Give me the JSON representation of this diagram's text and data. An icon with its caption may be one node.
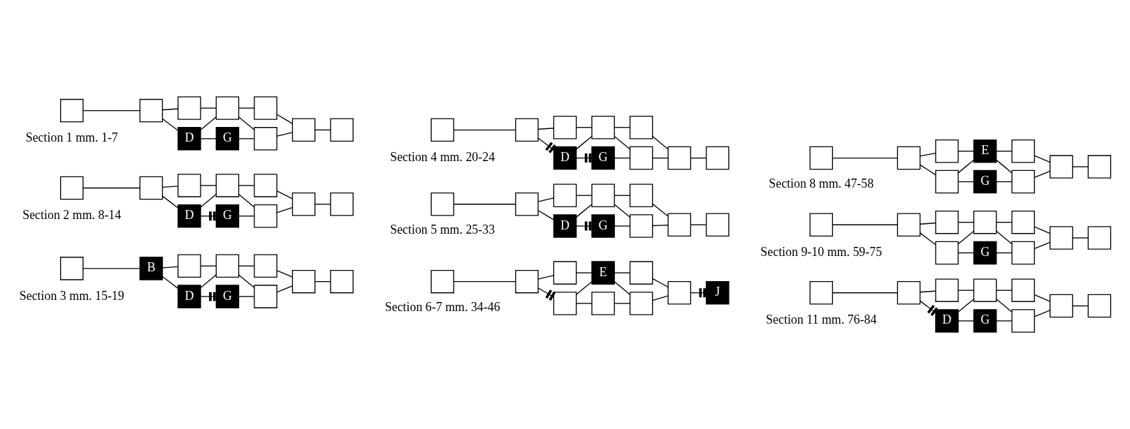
{
  "diagram": {
    "nodes": [
      {
        "text": [],
        "shape": "box"
      },
      {
        "text": [],
        "shape": "box"
      },
      {
        "text": [],
        "shape": "box"
      },
      {
        "text": [
          "D"
        ]
      },
      {
        "text": [],
        "shape": "box"
      },
      {
        "text": [
          "G"
        ]
      },
      {
        "text": [],
        "shape": "box"
      },
      {
        "text": [],
        "shape": "box"
      },
      {
        "text": [],
        "shape": "box"
      },
      {
        "text": [],
        "shape": "box"
      },
      {
        "text": [],
        "shape": "box"
      },
      {
        "text": [],
        "shape": "box"
      },
      {
        "text": [],
        "shape": "box"
      },
      {
        "text": [
          "D"
        ]
      },
      {
        "text": [],
        "shape": "box"
      },
      {
        "text": [
          "G"
        ]
      },
      {
        "text": [],
        "shape": "box"
      },
      {
        "text": [],
        "shape": "box"
      },
      {
        "text": [],
        "shape": "box"
      },
      {
        "text": [],
        "shape": "box"
      },
      {
        "text": [],
        "shape": "box"
      },
      {
        "text": [],
        "shape": "box"
      },
      {
        "text": [],
        "shape": "box"
      },
      {
        "text": [],
        "shape": "box"
      },
      {
        "text": [
          "E"
        ]
      },
      {
        "text": [
          "G"
        ]
      },
      {
        "text": [],
        "shape": "box"
      },
      {
        "text": [],
        "shape": "box"
      },
      {
        "text": [],
        "shape": "box"
      },
      {
        "text": [],
        "shape": "box"
      },
      {
        "text": [],
        "shape": "box"
      },
      {
        "text": [],
        "shape": "box"
      },
      {
        "text": [],
        "shape": "box"
      },
      {
        "text": [
          "D"
        ]
      },
      {
        "text": [],
        "shape": "box"
      },
      {
        "text": [
          "G"
        ]
      },
      {
        "text": [],
        "shape": "box"
      },
      {
        "text": [],
        "shape": "box"
      },
      {
        "text": [],
        "shape": "box"
      },
      {
        "text": [],
        "shape": "box"
      },
      {
        "text": [],
        "shape": "box"
      },
      {
        "text": [],
        "shape": "box"
      },
      {
        "text": [],
        "shape": "box"
      },
      {
        "text": [
          "D"
        ]
      },
      {
        "text": [],
        "shape": "box"
      },
      {
        "text": [
          "G"
        ]
      },
      {
        "text": [],
        "shape": "box"
      },
      {
        "text": [],
        "shape": "box"
      },
      {
        "text": [],
        "shape": "box"
      },
      {
        "text": [],
        "shape": "box"
      },
      {
        "text": [],
        "shape": "box"
      },
      {
        "text": [],
        "shape": "box"
      },
      {
        "text": [],
        "shape": "box"
      },
      {
        "text": [],
        "shape": "box"
      },
      {
        "text": [],
        "shape": "box"
      },
      {
        "text": [
          "G"
        ]
      },
      {
        "text": [],
        "shape": "box"
      },
      {
        "text": [],
        "shape": "box"
      },
      {
        "text": [],
        "shape": "box"
      },
      {
        "text": [],
        "shape": "box"
      },
      {
        "text": [],
        "shape": "box"
      },
      {
        "text": [
          "B"
        ]
      },
      {
        "text": [],
        "shape": "box"
      },
      {
        "text": [
          "D"
        ]
      },
      {
        "text": [],
        "shape": "box"
      },
      {
        "text": [
          "G"
        ]
      },
      {
        "text": [],
        "shape": "box"
      },
      {
        "text": [],
        "shape": "box"
      },
      {
        "text": [],
        "shape": "box"
      },
      {
        "text": [],
        "shape": "box"
      },
      {
        "text": [],
        "shape": "box"
      },
      {
        "text": [],
        "shape": "box"
      },
      {
        "text": [],
        "shape": "box"
      },
      {
        "text": [],
        "shape": "box"
      },
      {
        "text": [
          "E"
        ]
      },
      {
        "text": [],
        "shape": "box"
      },
      {
        "text": [],
        "shape": "box"
      },
      {
        "text": [],
        "shape": "box"
      },
      {
        "text": [],
        "shape": "box"
      },
      {
        "text": [
          "J"
        ]
      },
      {
        "text": [],
        "shape": "box"
      },
      {
        "text": [],
        "shape": "box"
      },
      {
        "text": [],
        "shape": "box"
      },
      {
        "text": [
          "D"
        ]
      },
      {
        "text": [],
        "shape": "box"
      },
      {
        "text": [
          "G"
        ]
      },
      {
        "text": [],
        "shape": "box"
      },
      {
        "text": [],
        "shape": "box"
      },
      {
        "text": [],
        "shape": "box"
      },
      {
        "text": [],
        "shape": "box"
      }
    ],
    "edges": [
      {
        "from": 0,
        "to": 1,
        "arrow": "none"
      },
      {
        "from": 1,
        "to": 2,
        "arrow": "none"
      },
      {
        "from": 1,
        "to": 3,
        "arrow": "none"
      },
      {
        "from": 2,
        "to": 4,
        "arrow": "none"
      },
      {
        "from": 3,
        "to": 4,
        "arrow": "none"
      },
      {
        "from": 3,
        "to": 5,
        "arrow": "none"
      },
      {
        "from": 4,
        "to": 6,
        "arrow": "none"
      },
      {
        "from": 4,
        "to": 7,
        "arrow": "none"
      },
      {
        "from": 5,
        "to": 7,
        "arrow": "none"
      },
      {
        "from": 6,
        "to": 8,
        "arrow": "none"
      },
      {
        "from": 7,
        "to": 8,
        "arrow": "none"
      },
      {
        "from": 8,
        "to": 9,
        "arrow": "none"
      },
      {
        "from": 10,
        "to": 11,
        "arrow": "none"
      },
      {
        "from": 11,
        "to": 12,
        "arrow": "none"
      },
      {
        "from": 11,
        "to": 13,
        "arrow": "other"
      },
      {
        "from": 12,
        "to": 14,
        "arrow": "none"
      },
      {
        "from": 13,
        "to": 14,
        "arrow": "none"
      },
      {
        "from": 13,
        "to": 15,
        "arrow": "other"
      },
      {
        "from": 14,
        "to": 16,
        "arrow": "none"
      },
      {
        "from": 14,
        "to": 17,
        "arrow": "none"
      },
      {
        "from": 15,
        "to": 17,
        "arrow": "none"
      },
      {
        "from": 16,
        "to": 18,
        "arrow": "none"
      },
      {
        "from": 17,
        "to": 18,
        "arrow": "none"
      },
      {
        "from": 18,
        "to": 19,
        "arrow": "none"
      },
      {
        "from": 20,
        "to": 21,
        "arrow": "none"
      },
      {
        "from": 21,
        "to": 22,
        "arrow": "none"
      },
      {
        "from": 21,
        "to": 23,
        "arrow": "none"
      },
      {
        "from": 22,
        "to": 24,
        "arrow": "none"
      },
      {
        "from": 23,
        "to": 24,
        "arrow": "none"
      },
      {
        "from": 23,
        "to": 25,
        "arrow": "none"
      },
      {
        "from": 24,
        "to": 26,
        "arrow": "none"
      },
      {
        "from": 24,
        "to": 27,
        "arrow": "none"
      },
      {
        "from": 25,
        "to": 27,
        "arrow": "none"
      },
      {
        "from": 26,
        "to": 28,
        "arrow": "none"
      },
      {
        "from": 27,
        "to": 28,
        "arrow": "none"
      },
      {
        "from": 28,
        "to": 29,
        "arrow": "none"
      },
      {
        "from": 30,
        "to": 31,
        "arrow": "none"
      },
      {
        "from": 31,
        "to": 32,
        "arrow": "none"
      },
      {
        "from": 31,
        "to": 33,
        "arrow": "none"
      },
      {
        "from": 32,
        "to": 34,
        "arrow": "none"
      },
      {
        "from": 33,
        "to": 34,
        "arrow": "none"
      },
      {
        "from": 33,
        "to": 35,
        "arrow": "other"
      },
      {
        "from": 34,
        "to": 36,
        "arrow": "none"
      },
      {
        "from": 34,
        "to": 37,
        "arrow": "none"
      },
      {
        "from": 35,
        "to": 37,
        "arrow": "none"
      },
      {
        "from": 36,
        "to": 38,
        "arrow": "none"
      },
      {
        "from": 37,
        "to": 38,
        "arrow": "none"
      },
      {
        "from": 38,
        "to": 39,
        "arrow": "none"
      },
      {
        "from": 40,
        "to": 41,
        "arrow": "none"
      },
      {
        "from": 41,
        "to": 42,
        "arrow": "none"
      },
      {
        "from": 41,
        "to": 43,
        "arrow": "none"
      },
      {
        "from": 42,
        "to": 44,
        "arrow": "none"
      },
      {
        "from": 43,
        "to": 44,
        "arrow": "none"
      },
      {
        "from": 43,
        "to": 45,
        "arrow": "other"
      },
      {
        "from": 44,
        "to": 46,
        "arrow": "none"
      },
      {
        "from": 44,
        "to": 47,
        "arrow": "none"
      },
      {
        "from": 45,
        "to": 47,
        "arrow": "none"
      },
      {
        "from": 46,
        "to": 48,
        "arrow": "none"
      },
      {
        "from": 47,
        "to": 48,
        "arrow": "none"
      },
      {
        "from": 48,
        "to": 49,
        "arrow": "none"
      },
      {
        "from": 50,
        "to": 51,
        "arrow": "none"
      },
      {
        "from": 51,
        "to": 52,
        "arrow": "none"
      },
      {
        "from": 51,
        "to": 53,
        "arrow": "none"
      },
      {
        "from": 52,
        "to": 54,
        "arrow": "none"
      },
      {
        "from": 53,
        "to": 54,
        "arrow": "none"
      },
      {
        "from": 53,
        "to": 55,
        "arrow": "none"
      },
      {
        "from": 54,
        "to": 56,
        "arrow": "none"
      },
      {
        "from": 54,
        "to": 57,
        "arrow": "none"
      },
      {
        "from": 55,
        "to": 57,
        "arrow": "none"
      },
      {
        "from": 56,
        "to": 58,
        "arrow": "none"
      },
      {
        "from": 57,
        "to": 58,
        "arrow": "none"
      },
      {
        "from": 58,
        "to": 59,
        "arrow": "none"
      },
      {
        "from": 60,
        "to": 61,
        "arrow": "none"
      },
      {
        "from": 61,
        "to": 62,
        "arrow": "none"
      },
      {
        "from": 61,
        "to": 63,
        "arrow": "none"
      },
      {
        "from": 62,
        "to": 64,
        "arrow": "none"
      },
      {
        "from": 63,
        "to": 64,
        "arrow": "none"
      },
      {
        "from": 63,
        "to": 65,
        "arrow": "other"
      },
      {
        "from": 64,
        "to": 66,
        "arrow": "none"
      },
      {
        "from": 64,
        "to": 67,
        "arrow": "none"
      },
      {
        "from": 65,
        "to": 67,
        "arrow": "none"
      },
      {
        "from": 66,
        "to": 68,
        "arrow": "none"
      },
      {
        "from": 67,
        "to": 68,
        "arrow": "none"
      },
      {
        "from": 68,
        "to": 69,
        "arrow": "none"
      },
      {
        "from": 70,
        "to": 71,
        "arrow": "none"
      },
      {
        "from": 71,
        "to": 72,
        "arrow": "none"
      },
      {
        "from": 71,
        "to": 73,
        "arrow": "other"
      },
      {
        "from": 72,
        "to": 74,
        "arrow": "none"
      },
      {
        "from": 73,
        "to": 74,
        "arrow": "none"
      },
      {
        "from": 73,
        "to": 75,
        "arrow": "none"
      },
      {
        "from": 74,
        "to": 76,
        "arrow": "none"
      },
      {
        "from": 74,
        "to": 77,
        "arrow": "none"
      },
      {
        "from": 75,
        "to": 77,
        "arrow": "none"
      },
      {
        "from": 76,
        "to": 78,
        "arrow": "none"
      },
      {
        "from": 77,
        "to": 78,
        "arrow": "none"
      },
      {
        "from": 78,
        "to": 79,
        "arrow": "other"
      },
      {
        "from": 80,
        "to": 81,
        "arrow": "none"
      },
      {
        "from": 81,
        "to": 82,
        "arrow": "none"
      },
      {
        "from": 81,
        "to": 83,
        "arrow": "other"
      },
      {
        "from": 82,
        "to": 84,
        "arrow": "none"
      },
      {
        "from": 83,
        "to": 84,
        "arrow": "none"
      },
      {
        "from": 83,
        "to": 85,
        "arrow": "none"
      },
      {
        "from": 84,
        "to": 86,
        "arrow": "none"
      },
      {
        "from": 84,
        "to": 87,
        "arrow": "none"
      },
      {
        "from": 85,
        "to": 87,
        "arrow": "none"
      },
      {
        "from": 86,
        "to": 88,
        "arrow": "none"
      },
      {
        "from": 87,
        "to": 88,
        "arrow": "none"
      },
      {
        "from": 88,
        "to": 89,
        "arrow": "none"
      }
    ],
    "labels": [
      "Section 1 mm. 1-7",
      "Section 4 mm. 20-24",
      "Section 8 mm. 47-58",
      "Section 2 mm. 8-14",
      "Section 5 mm. 25-33",
      "Section 9-10 mm. 59-75",
      "Section 3 mm. 15-19",
      "Section 6-7 mm. 34-46",
      "Section 11 mm. 76-84"
    ]
  }
}
